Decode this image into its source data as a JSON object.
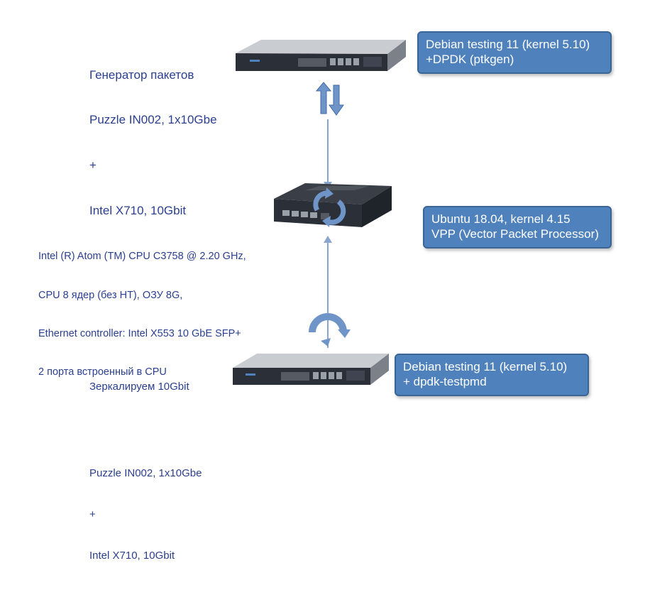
{
  "top": {
    "lines": [
      "Генератор пакетов",
      "Puzzle IN002, 1x10Gbe",
      "+",
      "Intel X710, 10Gbit"
    ],
    "box_lines": [
      "Debian testing 11 (kernel 5.10)",
      "+DPDK (ptkgen)"
    ]
  },
  "middle": {
    "lines": [
      "Intel (R) Atom (TM) CPU C3758 @ 2.20 GHz,",
      "CPU 8 ядер (без НТ), ОЗУ 8G,",
      "Ethernet controller: Intel X553 10 GbE SFP+",
      "2 порта встроенный в CPU"
    ],
    "box_lines": [
      "Ubuntu 18.04, kernel 4.15",
      "VPP (Vector Packet Processor)"
    ]
  },
  "bottom": {
    "lines": [
      "Зеркалируем 10Gbit",
      "",
      "Puzzle IN002, 1x10Gbe",
      "+",
      "Intel X710, 10Gbit"
    ],
    "box_lines": [
      "Debian testing 11 (kernel 5.10)",
      "+ dpdk-testpmd"
    ]
  },
  "colors": {
    "text": "#2a3f8f",
    "box_fill": "#4f81bd",
    "arrow": "#6f95c8",
    "line": "#8aa6cf"
  }
}
